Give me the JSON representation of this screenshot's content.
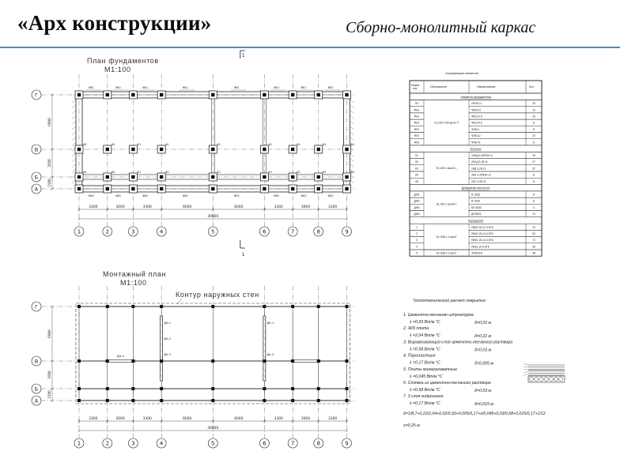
{
  "header": {
    "title": "«Арх конструкции»",
    "subtitle": "Сборно-монолитный каркас",
    "rule_color": "#3a8fd8"
  },
  "foundation_plan": {
    "title": "План фундаментов",
    "scale": "М1:100",
    "axes_letters": [
      "Г",
      "В",
      "Б",
      "А"
    ],
    "axes_numbers": [
      "1",
      "2",
      "3",
      "4",
      "5",
      "6",
      "7",
      "8",
      "9"
    ],
    "spans": [
      "3300",
      "3000",
      "3300",
      "6000",
      "6000",
      "3300",
      "3000",
      "3300"
    ],
    "total": "30600",
    "vertical_dims": [
      "6900",
      "3500",
      "1500"
    ],
    "section_mark": "1"
  },
  "mounting_plan": {
    "title": "Монтажный план",
    "scale": "М1:100",
    "contour_label": "Контур наружных стен",
    "axes_letters": [
      "Г",
      "В",
      "Б",
      "А"
    ],
    "axes_numbers": [
      "1",
      "2",
      "3",
      "4",
      "5",
      "6",
      "7",
      "8",
      "9"
    ],
    "spans": [
      "3300",
      "3000",
      "3300",
      "6000",
      "6000",
      "3300",
      "3000",
      "3300"
    ],
    "total": "30600",
    "vertical_dims": [
      "6900",
      "3500",
      "1500"
    ],
    "beam_labels": [
      "ДК-1",
      "ДК-2",
      "ДК-3",
      "ДК-4"
    ]
  },
  "spec": {
    "title": "Спецификация элементов",
    "headers": [
      "Марка поз.",
      "Обозначение",
      "Наименование",
      "Кол."
    ],
    "sections": [
      {
        "name": "Элементы фундаментов",
        "doc": "Б1.020.1/90 вып1-4",
        "rows": [
          {
            "mark": "Ф1",
            "name": "2ФЛ10-2",
            "qty": "29"
          },
          {
            "mark": "ФБ1",
            "name": "ФБС9.6",
            "qty": "10"
          },
          {
            "mark": "ФБ2",
            "name": "ФБС12.6",
            "qty": "29"
          },
          {
            "mark": "ФБ3",
            "name": "ФБС24.6",
            "qty": "8"
          },
          {
            "mark": "ФЛ1",
            "name": "ФЛ8-4",
            "qty": "8"
          },
          {
            "mark": "ФЛ2",
            "name": "ФЛ8-12",
            "qty": "20"
          },
          {
            "mark": "ФЛ3",
            "name": "ФЛ8-24",
            "qty": "6"
          }
        ]
      },
      {
        "name": "Колонны",
        "doc": "Б1.020-1 вып2-1",
        "rows": [
          {
            "mark": "К1",
            "name": "1КНД 3.28Ф3К-11",
            "qty": "15"
          },
          {
            "mark": "К2",
            "name": "2КСД 3.28-11",
            "qty": "27"
          },
          {
            "mark": "К3",
            "name": "1КД 3.28-11",
            "qty": "37"
          },
          {
            "mark": "К4",
            "name": "3КН 3.28Ф3К-11",
            "qty": "8"
          },
          {
            "mark": "К5",
            "name": "2КС 3.28-11",
            "qty": "8"
          }
        ]
      },
      {
        "name": "Диафрагмы жесткости",
        "doc": "Б1.020-1 вып4-1",
        "rows": [
          {
            "mark": "ДЖ1",
            "name": "В 1536",
            "qty": "8"
          },
          {
            "mark": "ДЖ2",
            "name": "В 1536",
            "qty": "8"
          },
          {
            "mark": "ДЖ3",
            "name": "БК 3633",
            "qty": "4"
          },
          {
            "mark": "ДЖ4",
            "name": "ДПЛ631",
            "qty": "12"
          }
        ]
      },
      {
        "name": "Перекрытия",
        "doc": "Б1.038.1-1 вып2",
        "doc2": "Б1.038.1-1 вып1",
        "rows": [
          {
            "mark": "1",
            "name": "ПК63.15-12-3,5Т6",
            "qty": "24"
          },
          {
            "mark": "2",
            "name": "ПК30.15-14-3,5Т6",
            "qty": "32"
          },
          {
            "mark": "3",
            "name": "ПК60.15-10-3,5Т6",
            "qty": "72"
          },
          {
            "mark": "4",
            "name": "ПК33.10-3,5Т6",
            "qty": "40"
          },
          {
            "mark": "5",
            "name": "ЭПБ25-8",
            "qty": "48"
          }
        ]
      }
    ]
  },
  "thermo": {
    "title": "Теплотехнический расчет покрытия",
    "layers": [
      {
        "name": "1. Цементно-песчаная штукатурка",
        "lambda": "λ =0,93 Вт/м °С",
        "thick": "δ=0,02 м"
      },
      {
        "name": "2. Ж/б плита",
        "lambda": "λ =2,04 Вт/м °С",
        "thick": "δ=0,22 м"
      },
      {
        "name": "3. Выравнивающий слой цементно-песчаного раствора",
        "lambda": "λ =0,58 Вт/м °С",
        "thick": "δ=0,03 м"
      },
      {
        "name": "4. Пароизоляция",
        "lambda": "λ =0,17 Вт/м °С",
        "thick": "δ=0,005 м"
      },
      {
        "name": "5. Плиты минераловатные",
        "lambda": "λ =0,045 Вт/м °С",
        "thick": ""
      },
      {
        "name": "6. Стяжка из цементно-песчаного раствора",
        "lambda": "λ =0,58 Вт/м °С",
        "thick": "δ=0,03 м"
      },
      {
        "name": "7. 3 слоя гидроизола",
        "lambda": "λ =0,17 Вт/м °С",
        "thick": "δ=0,015 м"
      }
    ],
    "formula": "δ=1/8,7+0,22/2,04+0,02/0,93+0,005/0,17+x/0,045+0,03/0,58+0,015/0,17+1/12",
    "result": "x=0,25 м"
  }
}
